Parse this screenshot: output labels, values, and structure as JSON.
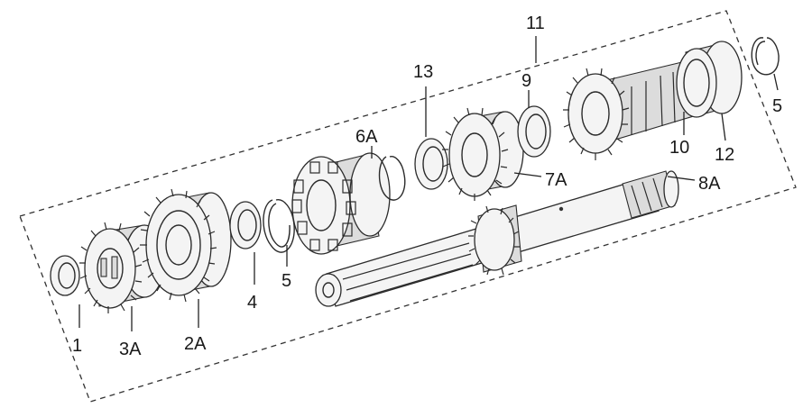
{
  "labels": {
    "l1": "1",
    "l3a": "3A",
    "l2a": "2A",
    "l4": "4",
    "l5a": "5",
    "l6a": "6A",
    "l13": "13",
    "l7a": "7A",
    "l11": "11",
    "l9": "9",
    "l10": "10",
    "l12": "12",
    "l5b": "5",
    "l8a": "8A"
  }
}
